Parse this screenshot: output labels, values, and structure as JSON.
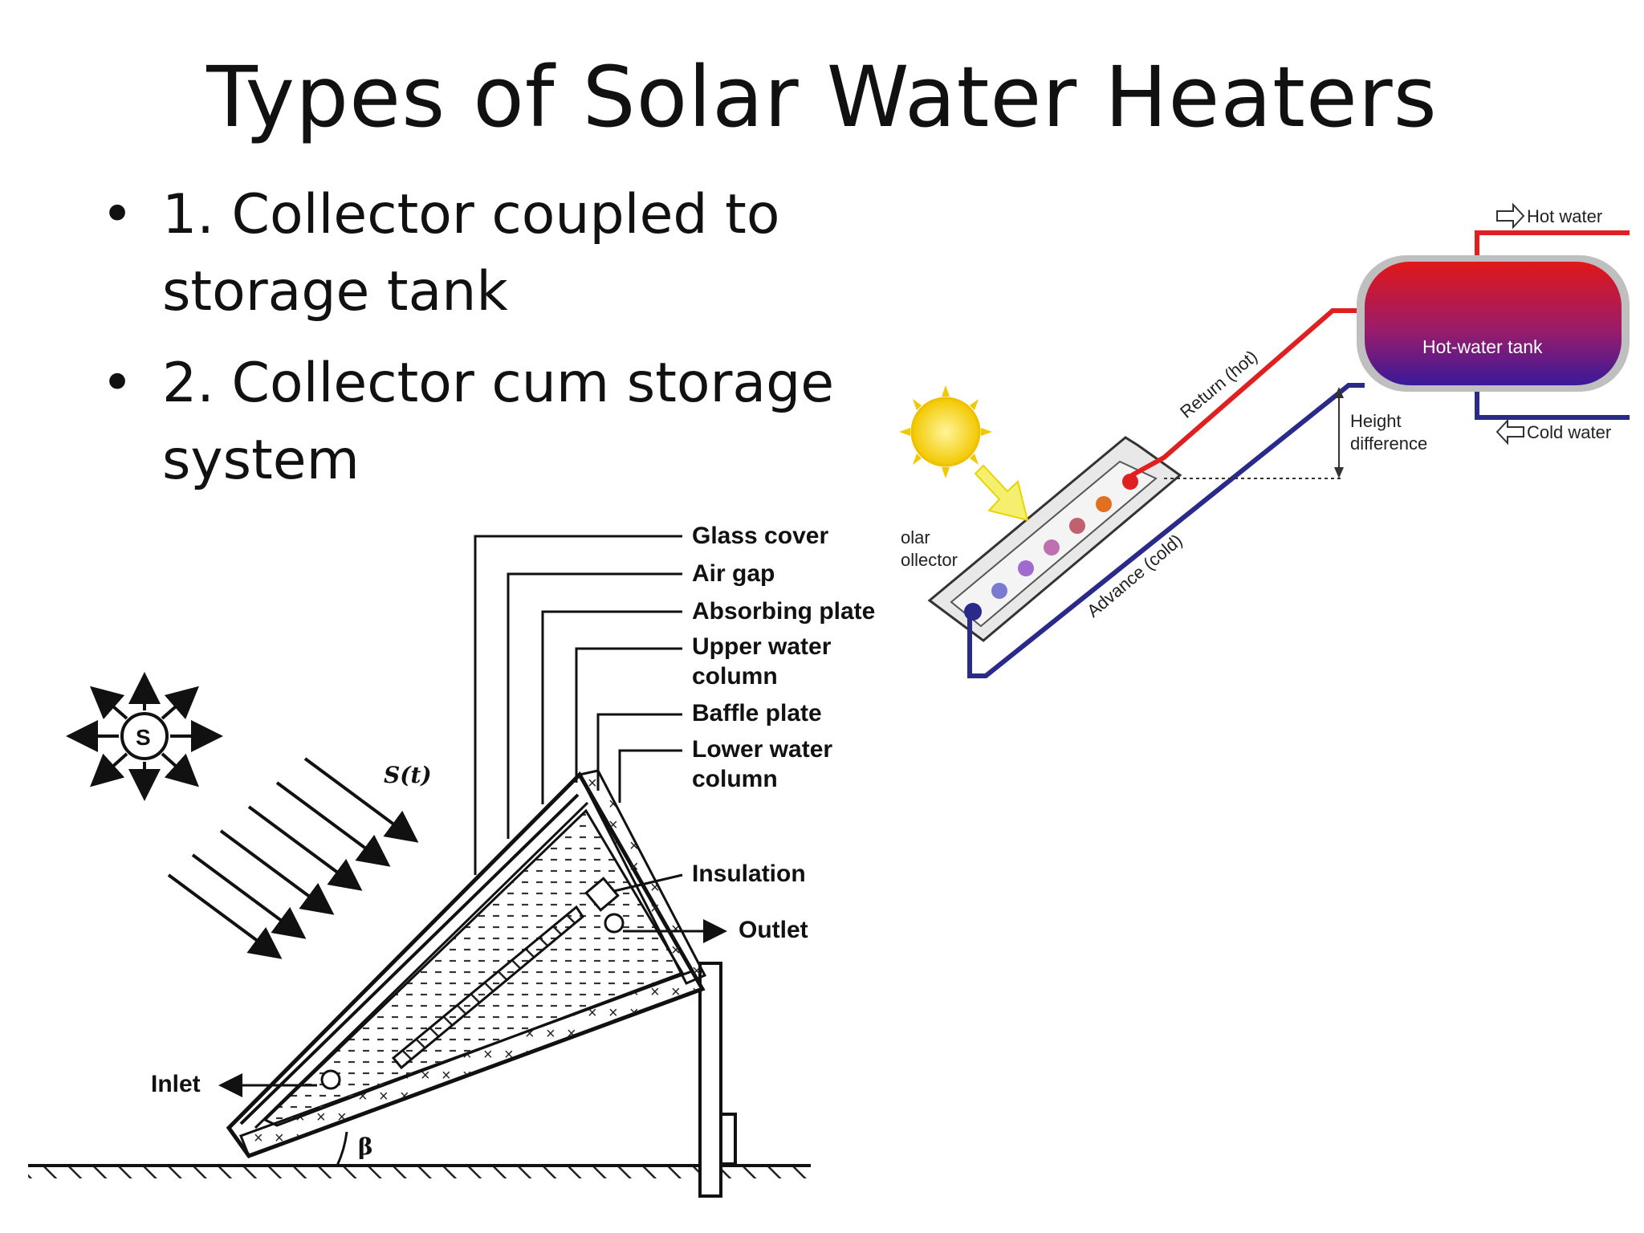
{
  "slide": {
    "title": "Types of Solar Water Heaters",
    "bullets": [
      {
        "marker": "•",
        "text": "1. Collector coupled to storage tank"
      },
      {
        "marker": "•",
        "text": "2. Collector cum storage system"
      }
    ]
  },
  "left_diagram": {
    "labels": {
      "glass_cover": "Glass cover",
      "air_gap": "Air gap",
      "absorbing_plate": "Absorbing plate",
      "upper_water_1": "Upper water",
      "upper_water_2": "column",
      "baffle_plate": "Baffle plate",
      "lower_water_1": "Lower water",
      "lower_water_2": "column",
      "insulation": "Insulation",
      "outlet": "Outlet",
      "inlet": "Inlet",
      "sun": "S",
      "radiation": "S(t)",
      "angle": "β"
    }
  },
  "right_diagram": {
    "labels": {
      "hot_water": "Hot water",
      "cold_water": "Cold water",
      "tank": "Hot-water tank",
      "return": "Return (hot)",
      "advance": "Advance (cold)",
      "height_1": "Height",
      "height_2": "difference",
      "collector_1": "olar",
      "collector_2": "ollector"
    },
    "colors": {
      "hot": "#e02020",
      "cold": "#2a2a8a",
      "sun": "#f5d000"
    }
  }
}
